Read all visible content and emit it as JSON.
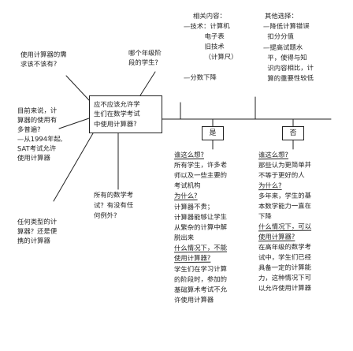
{
  "center_question": [
    "应不应该允许学",
    "生们在数学考试",
    "中使用计算器?"
  ],
  "branches": {
    "need": [
      "使用计算器的需",
      "求该不该有?"
    ],
    "which_grade": [
      "哪个年级阶",
      "段的学生?"
    ],
    "current_use": [
      "目前来说，计",
      "算器的使用有",
      "多普遍?",
      "—从1994年起,",
      "SAT考试允许",
      "使用计算器"
    ],
    "all_exams": [
      "所有的数学考",
      "试？有没有任",
      "何例外?"
    ],
    "calc_type": [
      "任何类型的计",
      "算器？还是便",
      "携的计算器"
    ]
  },
  "related": {
    "title": "相关内容：",
    "lines": [
      "—技术：计算机",
      "          电子表",
      "          旧技术",
      "          （计算尺）",
      "—分数下降"
    ]
  },
  "other": {
    "title": "其他选择：",
    "lines": [
      "—降低计算错误",
      "  扣分分值",
      "—提高试题水",
      "  平，使得与知",
      "  识内容相比，计",
      "  算的重要性较低"
    ]
  },
  "yes": {
    "label": "是",
    "q1": "谁这么想?",
    "a1": [
      "所有学生，许多老",
      "师以及一些主要的",
      "考试机构"
    ],
    "q2": "为什么?",
    "a2": [
      "计算器不贵；",
      "计算器能够让学生",
      "从繁杂的计算中解",
      "脱出来"
    ],
    "q3": [
      "什么情况下，不能",
      "使用计算器?"
    ],
    "a3": [
      "学生们在学习计算",
      "的阶段时，参加的",
      "基础算术考试不允",
      "许使用计算器"
    ]
  },
  "no": {
    "label": "否",
    "q1": "谁这么想?",
    "a1": [
      "那些认为更简单并",
      "不等于更好的人"
    ],
    "q2": "为什么?",
    "a2": [
      "多年来，学生的基",
      "本数学能力一直在",
      "下降"
    ],
    "q3": [
      "什么情况下，可以",
      "使用计算器?"
    ],
    "a3": [
      "在高年级的数学考",
      "试中，学生们已经",
      "具备一定的计算能",
      "力，这种情况下可",
      "以允许使用计算器"
    ]
  }
}
